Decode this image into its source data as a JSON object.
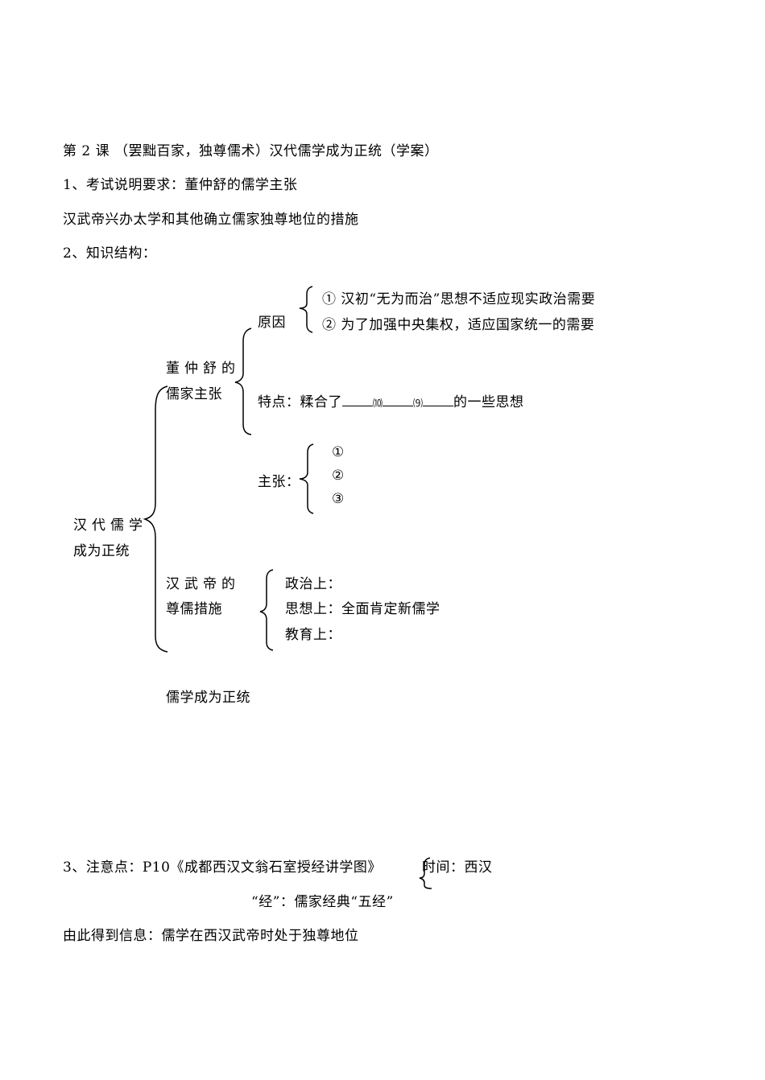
{
  "title": "第 2 课 （罢黜百家，独尊儒术）汉代儒学成为正统（学案）",
  "section1": {
    "heading": "1、考试说明要求：董仲舒的儒学主张",
    "line2": "汉武帝兴办太学和其他确立儒家独尊地位的措施"
  },
  "section2": {
    "heading": "2、知识结构：",
    "diagram": {
      "root": {
        "line1": "汉代儒学",
        "line2": "成为正统"
      },
      "dong": {
        "label_line1": "董仲舒的",
        "label_line2": "儒家主张",
        "reason": {
          "label": "原因",
          "items": [
            "① 汉初“无为而治”思想不适应现实政治需要",
            "② 为了加强中央集权，适应国家统一的需要"
          ]
        },
        "feature": {
          "prefix": "特点：糅合了",
          "mark1": "⑽",
          "mark2": "⑼",
          "suffix": "的一些思想"
        },
        "claims": {
          "label": "主张：",
          "items": [
            "①",
            "②",
            "③"
          ]
        }
      },
      "wudi": {
        "label_line1": "汉武帝的",
        "label_line2": "尊儒措施",
        "items": [
          "政治上：",
          "思想上：全面肯定新儒学",
          "教育上："
        ]
      },
      "result": "儒学成为正统"
    }
  },
  "section3": {
    "heading": "3、注意点：P10《成都西汉文翁石室授经讲学图》",
    "time": "时间：西汉",
    "jing": "“经”：儒家经典“五经”",
    "conclusion": "由此得到信息：儒学在西汉武帝时处于独尊地位"
  }
}
